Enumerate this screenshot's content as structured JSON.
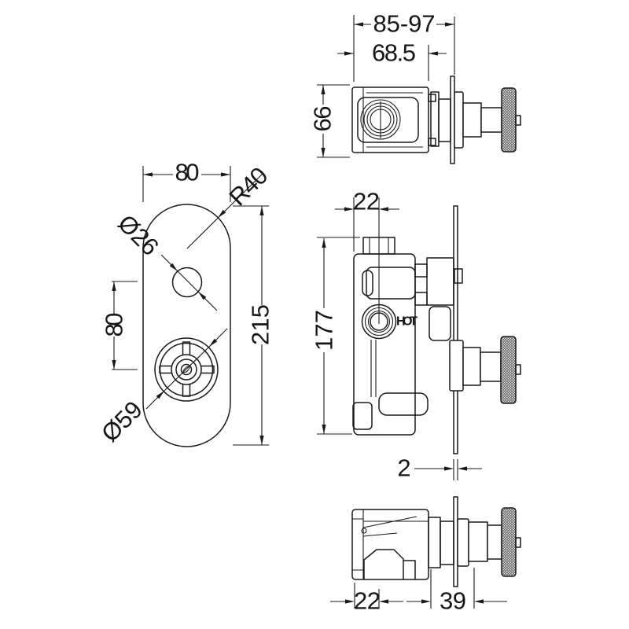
{
  "views": {
    "front": {
      "plate_width": "80",
      "corner_radius": "R40",
      "top_hole_diameter": "Ø26",
      "hole_spacing": "80",
      "handle_diameter": "Ø59",
      "plate_height": "215"
    },
    "top": {
      "depth_adjustable": "85-97",
      "body_depth": "68.5",
      "body_width": "66"
    },
    "side": {
      "inlet_offset": "22",
      "body_height": "177",
      "hot_port_label": "HOT"
    },
    "bottom": {
      "plate_thickness": "2",
      "inlet_offset": "22",
      "spindle_projection": "39"
    }
  },
  "colors": {
    "line": "#1a1a1a",
    "background": "#ffffff"
  }
}
